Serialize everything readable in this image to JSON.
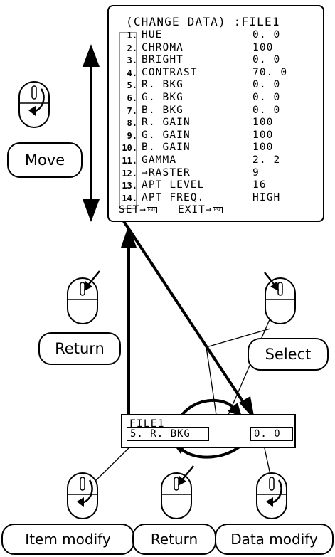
{
  "screen": {
    "title": "(CHANGE DATA) :FILE1",
    "rows": [
      {
        "num": "1.",
        "name": "HUE",
        "value": "0. 0"
      },
      {
        "num": "2.",
        "name": "CHROMA",
        "value": "100"
      },
      {
        "num": "3.",
        "name": "BRIGHT",
        "value": "0. 0"
      },
      {
        "num": "4.",
        "name": "CONTRAST",
        "value": "70. 0"
      },
      {
        "num": "5.",
        "name": "R. BKG",
        "value": "0. 0"
      },
      {
        "num": "6.",
        "name": "G. BKG",
        "value": "0. 0"
      },
      {
        "num": "7.",
        "name": "B. BKG",
        "value": "0. 0"
      },
      {
        "num": "8.",
        "name": "R. GAIN",
        "value": "100"
      },
      {
        "num": "9.",
        "name": "G. GAIN",
        "value": "100"
      },
      {
        "num": "10.",
        "name": "B. GAIN",
        "value": "100"
      },
      {
        "num": "11.",
        "name": "GAMMA",
        "value": "2. 2"
      },
      {
        "num": "12.",
        "name": "→RASTER",
        "value": "9"
      },
      {
        "num": "13.",
        "name": "APT LEVEL",
        "value": "16"
      },
      {
        "num": "14.",
        "name": "APT FREQ.",
        "value": "HIGH"
      }
    ],
    "footer": {
      "set_label": "SET→",
      "set_key": "ENT",
      "exit_label": "EXIT→",
      "exit_key": "ESC"
    }
  },
  "panel": {
    "title": "FILE1",
    "item": "5. R. BKG",
    "value": "0. 0"
  },
  "labels": {
    "move": "Move",
    "return_upper": "Return",
    "select": "Select",
    "item_modify": "Item modify",
    "return_lower": "Return",
    "data_modify": "Data modify"
  }
}
